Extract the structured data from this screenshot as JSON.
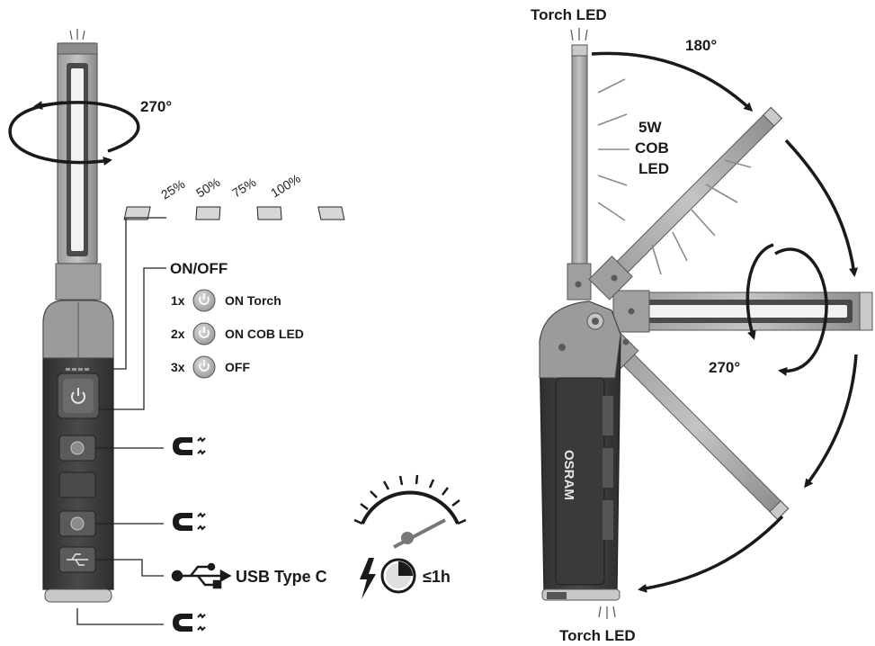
{
  "left_view": {
    "rotation_label": "270°",
    "levels": [
      "25%",
      "50%",
      "75%",
      "100%"
    ],
    "onoff": {
      "title": "ON/OFF",
      "rows": [
        {
          "count": "1x",
          "label": "ON Torch"
        },
        {
          "count": "2x",
          "label": "ON COB LED"
        },
        {
          "count": "3x",
          "label": "OFF"
        }
      ]
    },
    "usb_label": "USB Type C",
    "charge_time": "≤1h"
  },
  "right_view": {
    "torch_top": "Torch LED",
    "torch_bottom": "Torch LED",
    "angle_top": "180°",
    "angle_side": "270°",
    "cob_lines": [
      "5W",
      "COB",
      "LED"
    ],
    "brand": "OSRAM"
  },
  "colors": {
    "body_dark": "#3d3d3d",
    "body_grey": "#8c8c8c",
    "metal": "#a6a6a6",
    "light": "#d9d9d9",
    "ink": "#1a1a1a"
  }
}
